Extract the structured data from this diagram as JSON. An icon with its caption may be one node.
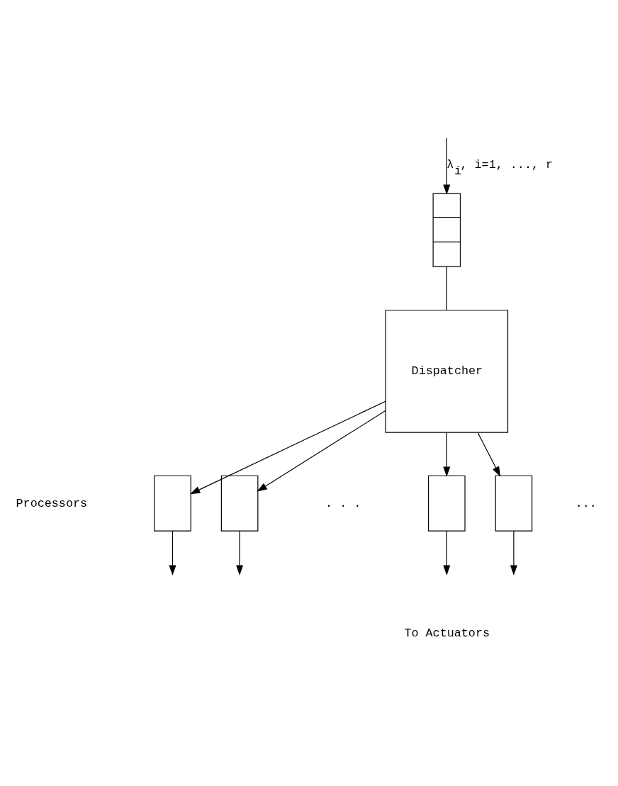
{
  "diagram": {
    "nodes": [
      {
        "text": [],
        "shape": "queue"
      },
      {
        "text": [
          "Dispatcher"
        ]
      },
      {
        "text": [],
        "shape": "box"
      },
      {
        "text": [],
        "shape": "box"
      },
      {
        "text": [],
        "shape": "box"
      },
      {
        "text": [],
        "shape": "box"
      }
    ],
    "edges": [
      {
        "from": null,
        "to": 0,
        "arrow": "to",
        "label": "λ$_{i}$, i=1, ..., r"
      },
      {
        "from": 0,
        "to": 1,
        "arrow": "none"
      },
      {
        "from": 1,
        "to": 2,
        "arrow": "to"
      },
      {
        "from": 1,
        "to": 3,
        "arrow": "to"
      },
      {
        "from": 1,
        "to": 4,
        "arrow": "to"
      },
      {
        "from": 1,
        "to": 5,
        "arrow": "to"
      },
      {
        "from": 2,
        "to": null,
        "arrow": "to"
      },
      {
        "from": 3,
        "to": null,
        "arrow": "to"
      },
      {
        "from": 4,
        "to": null,
        "arrow": "to"
      },
      {
        "from": 5,
        "to": null,
        "arrow": "to"
      }
    ],
    "labels": [
      "...",
      "Processors",
      ". . .",
      "To Actuators"
    ]
  }
}
